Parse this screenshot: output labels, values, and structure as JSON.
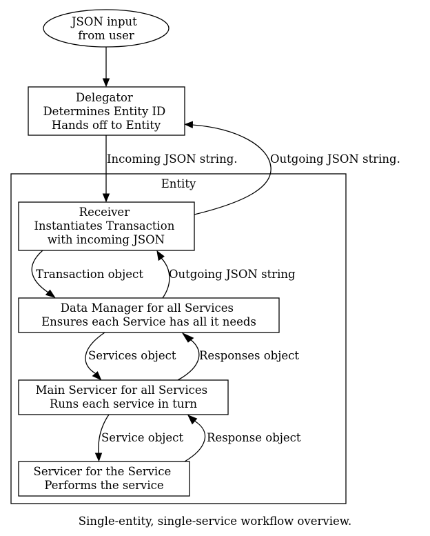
{
  "diagram": {
    "caption": "Single-entity, single-service workflow overview.",
    "cluster": {
      "label": "Entity"
    },
    "nodes": {
      "input": {
        "lines": [
          "JSON input",
          "from user"
        ]
      },
      "delegator": {
        "lines": [
          "Delegator",
          "Determines Entity ID",
          "Hands off to Entity"
        ]
      },
      "receiver": {
        "lines": [
          "Receiver",
          "Instantiates Transaction",
          "with incoming JSON"
        ]
      },
      "data_manager": {
        "lines": [
          "Data Manager for all Services",
          "Ensures each Service has all it needs"
        ]
      },
      "main_servicer": {
        "lines": [
          "Main Servicer for all Services",
          "Runs each service in turn"
        ]
      },
      "servicer": {
        "lines": [
          "Servicer for the Service",
          "Performs the service"
        ]
      }
    },
    "edges": {
      "incoming_json": "Incoming JSON string.",
      "outgoing_json_delegator": "Outgoing JSON string.",
      "transaction_object": "Transaction object",
      "outgoing_json_receiver": "Outgoing JSON string",
      "services_object": "Services object",
      "responses_object": "Responses object",
      "service_object": "Service object",
      "response_object": "Response object"
    }
  }
}
